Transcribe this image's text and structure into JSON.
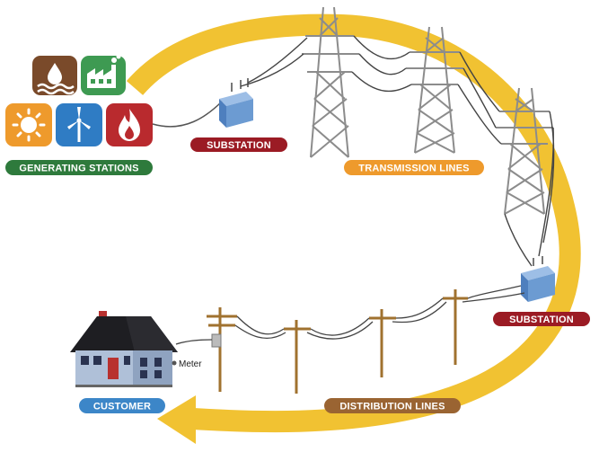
{
  "labels": {
    "generating_stations": "GENERATING STATIONS",
    "substation_top": "SUBSTATION",
    "transmission_lines": "TRANSMISSION LINES",
    "substation_right": "SUBSTATION",
    "distribution_lines": "DISTRIBUTION LINES",
    "customer": "CUSTOMER",
    "meter": "Meter"
  },
  "colors": {
    "arrow": "#F1C232",
    "generating_pill": "#2E7A3C",
    "substation_pill": "#9B1B24",
    "transmission_pill": "#EE9A2C",
    "distribution_pill": "#9A6432",
    "customer_pill": "#3C86C8",
    "hydro_tile": "#7A4A2A",
    "factory_tile": "#3E9A52",
    "solar_tile": "#EE9A2C",
    "wind_tile": "#2F7CC4",
    "fire_tile": "#B92A2E",
    "transformer": "#6C9BD2"
  },
  "icons": [
    "hydro-icon",
    "factory-icon",
    "solar-icon",
    "wind-icon",
    "fire-icon"
  ]
}
